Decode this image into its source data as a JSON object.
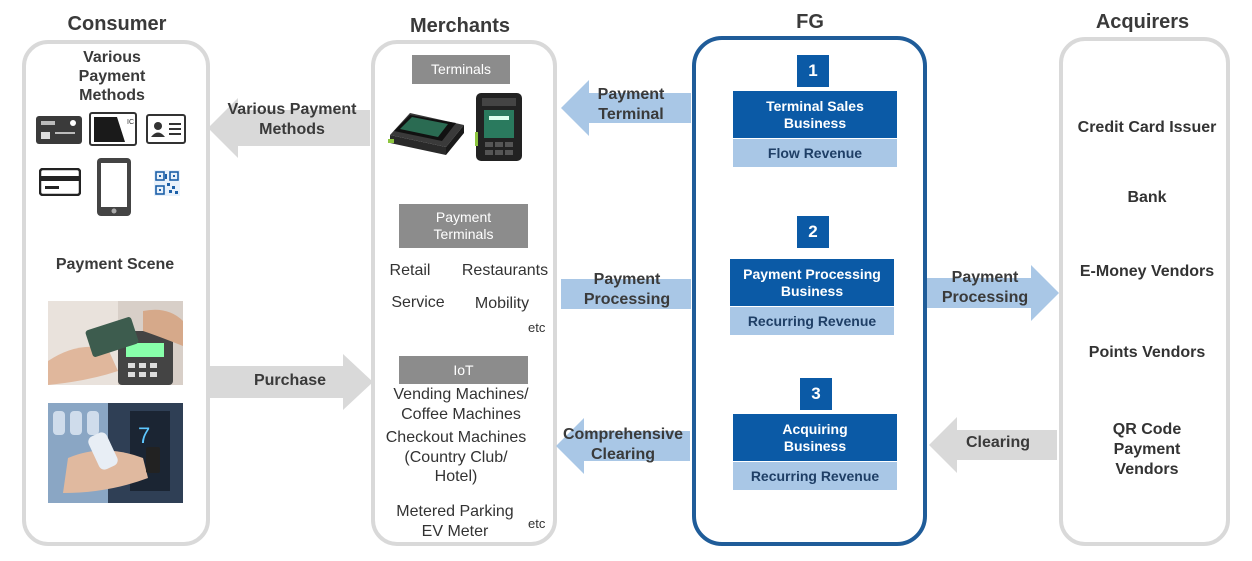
{
  "columns": {
    "consumer": "Consumer",
    "merchants": "Merchants",
    "fg": "FG",
    "acquirers": "Acquirers"
  },
  "consumer": {
    "methods_title": "Various Payment Methods",
    "scene_title": "Payment Scene",
    "icons": [
      "credit-card-icon",
      "ic-card-icon",
      "id-card-icon",
      "card-reader-icon",
      "smartphone-icon",
      "qr-code-icon"
    ],
    "photos": [
      "card-payment-photo",
      "vending-payment-photo"
    ]
  },
  "merchants": {
    "terminals_tag": "Terminals",
    "payment_terminals_tag": "Payment Terminals",
    "categories": [
      "Retail",
      "Restaurants",
      "Service",
      "Mobility"
    ],
    "etc1": "etc",
    "iot_tag": "IoT",
    "iot_items": [
      "Vending Machines/",
      "Coffee Machines",
      "Checkout Machines",
      "(Country Club/",
      "Hotel)",
      "Metered Parking",
      "EV Meter"
    ],
    "etc2": "etc"
  },
  "fg": {
    "businesses": [
      {
        "num": "1",
        "name": "Terminal Sales Business",
        "revenue": "Flow Revenue"
      },
      {
        "num": "2",
        "name": "Payment Processing Business",
        "revenue": "Recurring Revenue"
      },
      {
        "num": "3",
        "name": "Acquiring Business",
        "revenue": "Recurring Revenue"
      }
    ]
  },
  "acquirers": {
    "items": [
      "Credit Card Issuer",
      "Bank",
      "E-Money Vendors",
      "Points Vendors",
      "QR Code Payment Vendors"
    ]
  },
  "arrows": {
    "various_payment_methods": "Various Payment Methods",
    "purchase": "Purchase",
    "payment_terminal": "Payment Terminal",
    "payment_processing_left": "Payment Processing",
    "comprehensive_clearing": "Comprehensive Clearing",
    "payment_processing_right": "Payment Processing",
    "clearing": "Clearing"
  },
  "colors": {
    "fg_blue": "#0b5aa6",
    "fg_border": "#1f5c99",
    "light_blue_arrow": "#a9c7e6",
    "gray_arrow": "#d9d9d9",
    "gray_tag": "#8c8c8c"
  }
}
